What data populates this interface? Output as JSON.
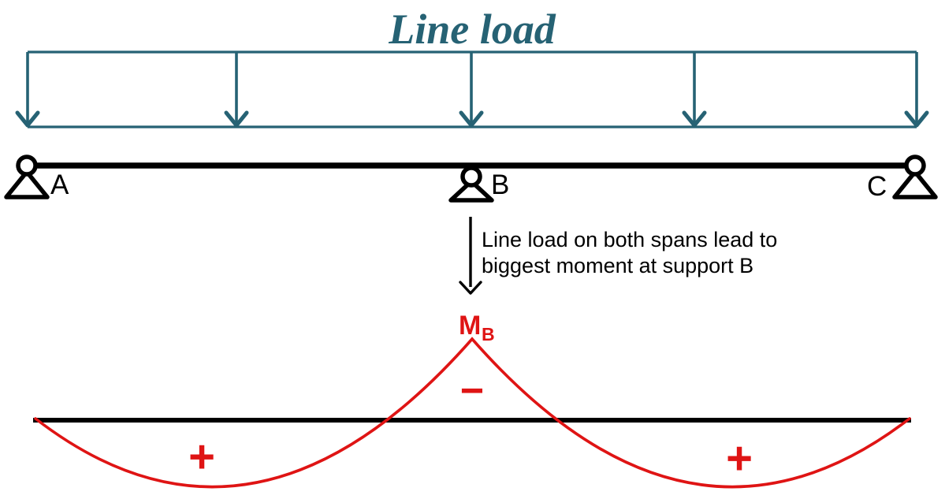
{
  "colors": {
    "teal": "#266274",
    "red": "#DF1414",
    "ink": "#000000"
  },
  "title": "Line load",
  "supports": {
    "a": "A",
    "b": "B",
    "c": "C"
  },
  "annotation": {
    "line1": "Line load on both spans lead to",
    "line2": "biggest moment at support B"
  },
  "moment": {
    "peak_label": "M",
    "peak_label_subscript": "B",
    "negative_sign": "−",
    "positive_sign_left": "+",
    "positive_sign_right": "+"
  }
}
